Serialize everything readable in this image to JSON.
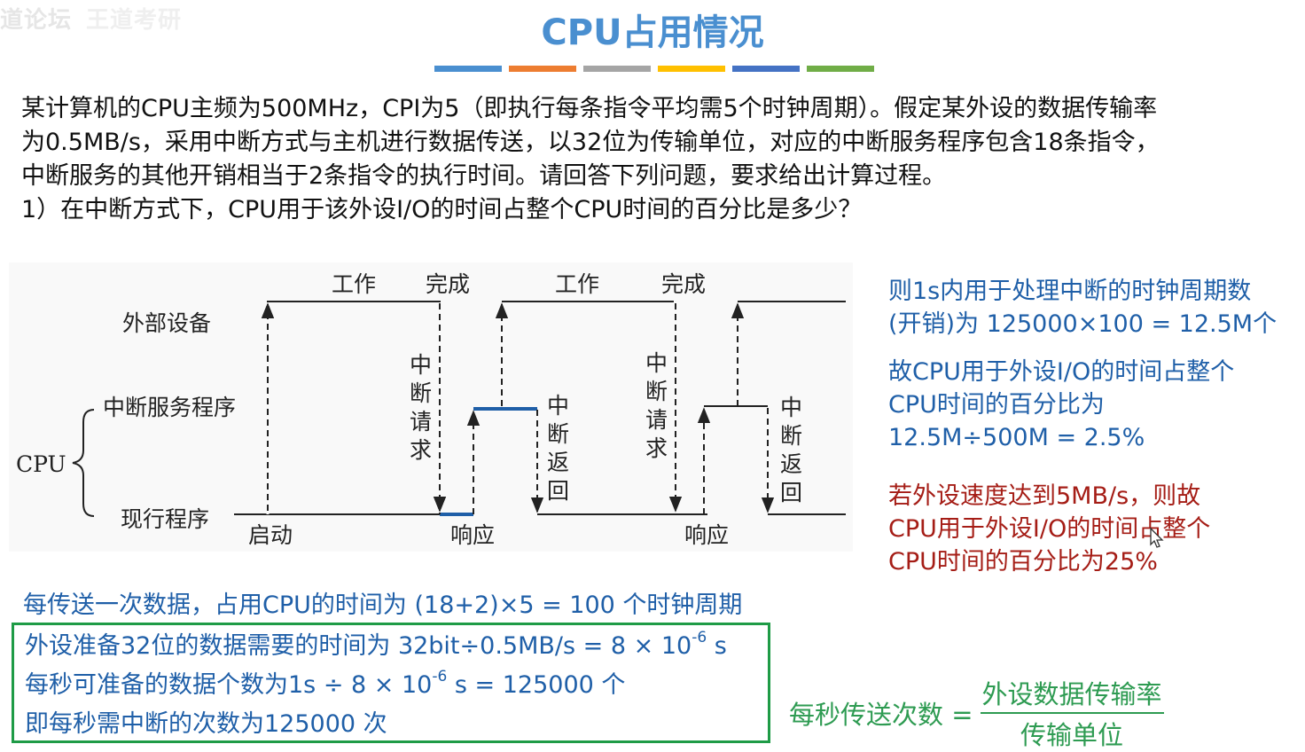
{
  "watermark": {
    "left": "道论坛",
    "right": "王道考研"
  },
  "title": "CPU占用情况",
  "title_bar_colors": [
    "#4a8fd0",
    "#ed7d31",
    "#a5a5a5",
    "#ffc000",
    "#4472c4",
    "#70ad47"
  ],
  "problem": {
    "lines": [
      "某计算机的CPU主频为500MHz，CPI为5（即执行每条指令平均需5个时钟周期）。假定某外设的数据传输率",
      "为0.5MB/s，采用中断方式与主机进行数据传送，以32位为传输单位，对应的中断服务程序包含18条指令，",
      "中断服务的其他开销相当于2条指令的执行时间。请回答下列问题，要求给出计算过程。",
      "1）在中断方式下，CPU用于该外设I/O的时间占整个CPU时间的百分比是多少？"
    ]
  },
  "diagram": {
    "device_label": "外部设备",
    "isr_label": "中断服务程序",
    "cpu_label": "CPU",
    "current_label": "现行程序",
    "start_label": "启动",
    "work_label_1": "工作",
    "done_label_1": "完成",
    "work_label_2": "工作",
    "done_label_2": "完成",
    "respond_label_1": "响应",
    "respond_label_2": "响应",
    "interrupt_request_1": [
      "中",
      "断",
      "请",
      "求"
    ],
    "interrupt_request_2": [
      "中",
      "断",
      "请",
      "求"
    ],
    "interrupt_return_1": [
      "中",
      "断",
      "返",
      "回"
    ],
    "interrupt_return_2": [
      "中",
      "断",
      "返",
      "回"
    ]
  },
  "right_notes": {
    "note1": [
      "则1s内用于处理中断的时钟周期数",
      "(开销)为 125000×100 = 12.5M个"
    ],
    "note2": [
      "故CPU用于外设I/O的时间占整个",
      "CPU时间的百分比为",
      "12.5M÷500M = 2.5%"
    ],
    "note3": [
      "若外设速度达到5MB/s，则故",
      "CPU用于外设I/O的时间占整个",
      "CPU时间的百分比为25%"
    ]
  },
  "calc_line": "每传送一次数据，占用CPU的时间为 (18+2)×5 = 100 个时钟周期",
  "box": {
    "line1_a": "外设准备32位的数据需要的时间为 32bit÷0.5MB/s = 8 × 10",
    "line1_exp": "-6",
    "line1_b": " s",
    "line2_a": "每秒可准备的数据个数为1s ÷ 8 × 10",
    "line2_exp": "-6",
    "line2_b": " s = 125000 个",
    "line3": "即每秒需中断的次数为125000 次"
  },
  "formula": {
    "lhs": "每秒传送次数 =",
    "numerator": "外设数据传输率",
    "denominator": "传输单位"
  }
}
